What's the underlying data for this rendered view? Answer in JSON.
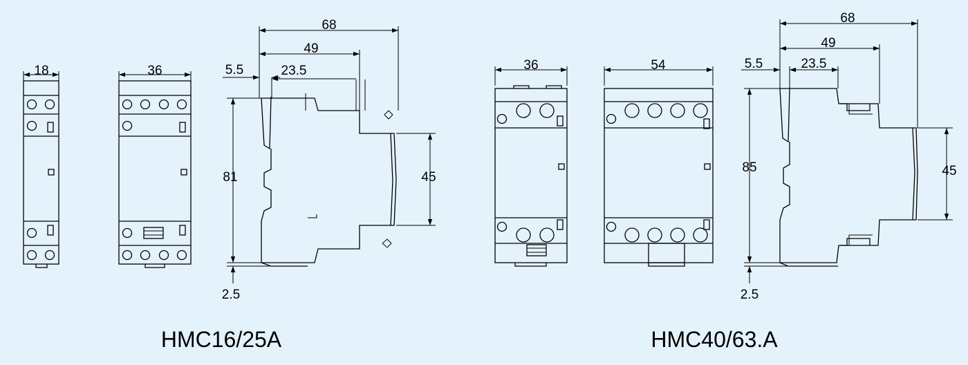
{
  "models": {
    "left": "HMC16/25A",
    "right": "HMC40/63.A"
  },
  "dims": {
    "w18": "18",
    "w36a": "36",
    "d68a": "68",
    "d49a": "49",
    "d23a": "23.5",
    "d55a": "5.5",
    "h81": "81",
    "h45a": "45",
    "h25a": "2.5",
    "w36b": "36",
    "w54": "54",
    "d68b": "68",
    "d49b": "49",
    "d23b": "23.5",
    "d55b": "5.5",
    "h85": "85",
    "h45b": "45",
    "h25b": "2.5"
  },
  "colors": {
    "background": "#e4f2fb",
    "line": "#000000"
  }
}
